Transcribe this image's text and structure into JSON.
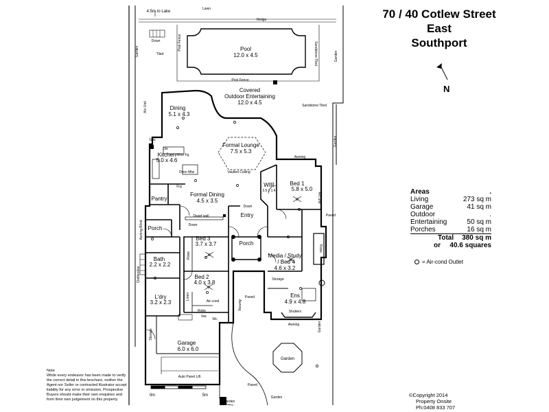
{
  "header": {
    "address_line1": "70 / 40 Cotlew Street East",
    "address_line2": "Southport"
  },
  "compass": {
    "label": "N"
  },
  "areas": {
    "heading": "Areas",
    "heading_dot": ".",
    "rows": [
      {
        "label": "Living",
        "value": "273 sq m"
      },
      {
        "label": "Garage",
        "value": "41 sq m"
      },
      {
        "label": "Outdoor",
        "value": "."
      },
      {
        "label": "Entertaining",
        "value": "50 sq m"
      },
      {
        "label": "Porches",
        "value": "16 sq m"
      }
    ],
    "total_label": "Total",
    "total_value": "380 sq m",
    "or_label": "or",
    "squares_value": "40.6 squares"
  },
  "legend": {
    "aircond": "= Air-cond Outlet"
  },
  "note": {
    "title": "Note",
    "body": "While every endeavor has been made to verify the correct detail in this brochure, neither the Agent nor Seller or contracted illustrator accept liability for any error or omission. Prospective Buyers should make their own enquiries and form their own judgement on this property."
  },
  "copyright": {
    "line1": "©Copyright 2014",
    "line2": "Property Onsite",
    "line3": "Ph:0408 833 707"
  },
  "scale": {
    "start": "0m",
    "end": "5m"
  },
  "rooms": {
    "pool": {
      "name": "Pool",
      "dim": "12.0 x 4.5"
    },
    "covered": {
      "name1": "Covered",
      "name2": "Outdoor Entertaining",
      "dim": "12.0 x 4.5"
    },
    "dining": {
      "name": "Dining",
      "dim": "5.1 x 4.3"
    },
    "formal_lounge": {
      "name": "Formal Lounge",
      "dim": "7.5 x 5.3"
    },
    "kitchen": {
      "name": "Kitchen",
      "dim": "5.0 x 4.6"
    },
    "bed1": {
      "name": "Bed 1",
      "dim": "5.8 x 5.0"
    },
    "wir": {
      "name": "WIR",
      "dim": "3.5 x 1.4"
    },
    "formal_dining": {
      "name": "Formal Dining",
      "dim": "4.5 x 3.5"
    },
    "pantry": {
      "name": "Pantry"
    },
    "entry": {
      "name": "Entry"
    },
    "porch_left": {
      "name": "Porch"
    },
    "porch_center": {
      "name": "Porch"
    },
    "bed3": {
      "name": "Bed 3",
      "dim": "3.7 x 3.7"
    },
    "media": {
      "name1": "Media / Study",
      "name2": "/ Bed 4",
      "dim": "4.6 x 3.2"
    },
    "bath": {
      "name": "Bath",
      "dim": "2.2 x 2.2"
    },
    "bed2": {
      "name": "Bed 2",
      "dim": "4.0 x 3.8"
    },
    "ldry": {
      "name": "L'dry",
      "dim": "3.2 x 2.3"
    },
    "ens": {
      "name": "Ens",
      "dim": "4.9 x 4.8"
    },
    "garage": {
      "name": "Garage",
      "dim": "6.0 x 6.0"
    },
    "garden_circle": {
      "name": "Garden"
    }
  },
  "labels": {
    "to_lake": "4.5m to Lake",
    "lawn": "Lawn",
    "hedge": "Hedge",
    "pool_fence_side": "Pool Fence",
    "pool_fence": "Pool Fence",
    "garden_left": "Garden",
    "tiled": "Tiled",
    "sandstone_side": "Sandstone Tiled",
    "garden_right_top": "Garden",
    "sandstone_tiled": "Sandstone Tiled",
    "garden_right": "Garden",
    "alc_unit": "A/c Unit",
    "gas": "Gas",
    "down_top": "Down",
    "awning_bed1": "Awning",
    "ac_unit_bed1": "A/c unit",
    "vaulted": "Vaulted Ceiling",
    "dwarf_wall": "Dwarf wall",
    "down_entry": "Down",
    "down_left": "Down",
    "paved_right": "Paved",
    "awning_blind": "Awning Blind",
    "robe_bed3": "Robe",
    "robe_right": "Robe",
    "storage_media": "Storage",
    "clothesline": "Clothesline",
    "linen": "Linen",
    "aircond": "Air-cond",
    "robe_bed2": "Robe",
    "awning_center": "Awning",
    "paved_center": "Paved",
    "shutters": "Shutters",
    "awning_ens": "Awning",
    "garden_ens": "Garden",
    "vac": "Vac",
    "wc": "Wc",
    "storage_garage": "Storage",
    "auto_panel": "Auto Panel Lift",
    "garden_bottom": "Garden",
    "paved_bottom": "Paved",
    "garden_bottom_right": "Garden",
    "dw": "Dw",
    "frg": "Frg",
    "wine_fg": "Wine Fg",
    "oven": "Oven Mtw"
  },
  "colors": {
    "ink": "#000000",
    "paper": "#ffffff",
    "grey_text": "#333333"
  }
}
